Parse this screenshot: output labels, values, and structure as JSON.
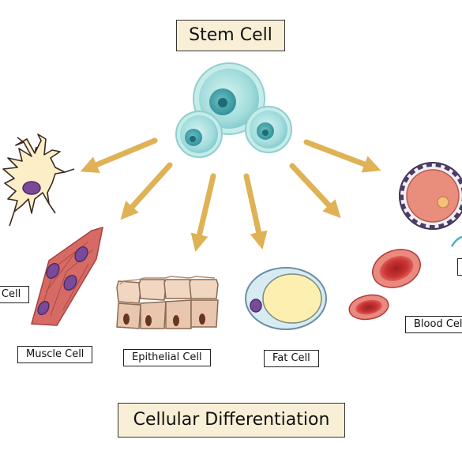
{
  "titles": {
    "stem": "Stem Cell",
    "diagram": "Cellular Differentiation"
  },
  "labels": {
    "nerve": "Nerve Cell",
    "muscle": "Muscle Cell",
    "epithelial": "Epithelial Cell",
    "fat": "Fat Cell",
    "blood": "Blood Cell"
  },
  "colors": {
    "arrow": "#deb255",
    "title_box": "#f8efd6",
    "stem_cell": "#a9e0e0",
    "nerve_cell": "#fcefc8",
    "muscle_cell": "#d86f69",
    "epithelial_cell": "#f1d7c2",
    "fat_cell": "#fcefb0",
    "blood_cell": "#cf3a3a",
    "nucleus": "#7a4a9a"
  }
}
